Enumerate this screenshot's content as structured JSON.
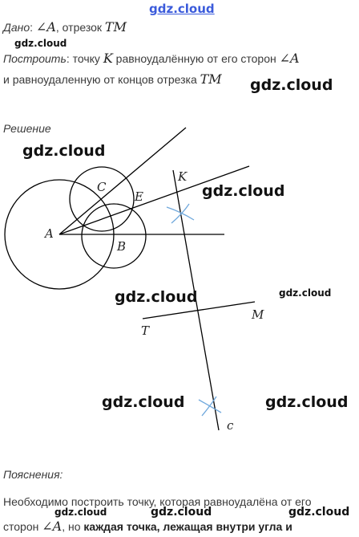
{
  "header_watermark": "gdz.cloud",
  "given": {
    "label": "Дано",
    "sep": ":",
    "angle": "∠A",
    "comma": ",",
    "segment_word": "отрезок",
    "segment": "TM"
  },
  "construct": {
    "label": "Построить",
    "text1": ": точку",
    "point": "K",
    "text2": "равноудалённую от его сторон",
    "angle": "∠A",
    "text3": "и равноудаленную от концов отрезка",
    "segment": "TM"
  },
  "solution_label": "Решение",
  "explanations_label": "Пояснения:",
  "explanation": {
    "line1": "Необходимо построить точку, которая равноудалёна от его",
    "line2_prefix": "сторон",
    "line2_angle": "∠A",
    "line2_mid": ", но",
    "line2_bold": "каждая точка, лежащая внутри угла и"
  },
  "watermarks": [
    "gdz.cloud",
    "gdz.cloud",
    "gdz.cloud",
    "gdz.cloud",
    "gdz.cloud",
    "gdz.cloud",
    "gdz.cloud",
    "gdz.cloud",
    "gdz.cloud",
    "gdz.cloud",
    "gdz.cloud"
  ],
  "figure": {
    "points": {
      "A": "A",
      "B": "B",
      "C": "C",
      "E": "E",
      "K": "K",
      "T": "T",
      "M": "M",
      "c": "c"
    },
    "colors": {
      "lines": "#000000",
      "arc_marks": "#6fa8dc"
    }
  }
}
